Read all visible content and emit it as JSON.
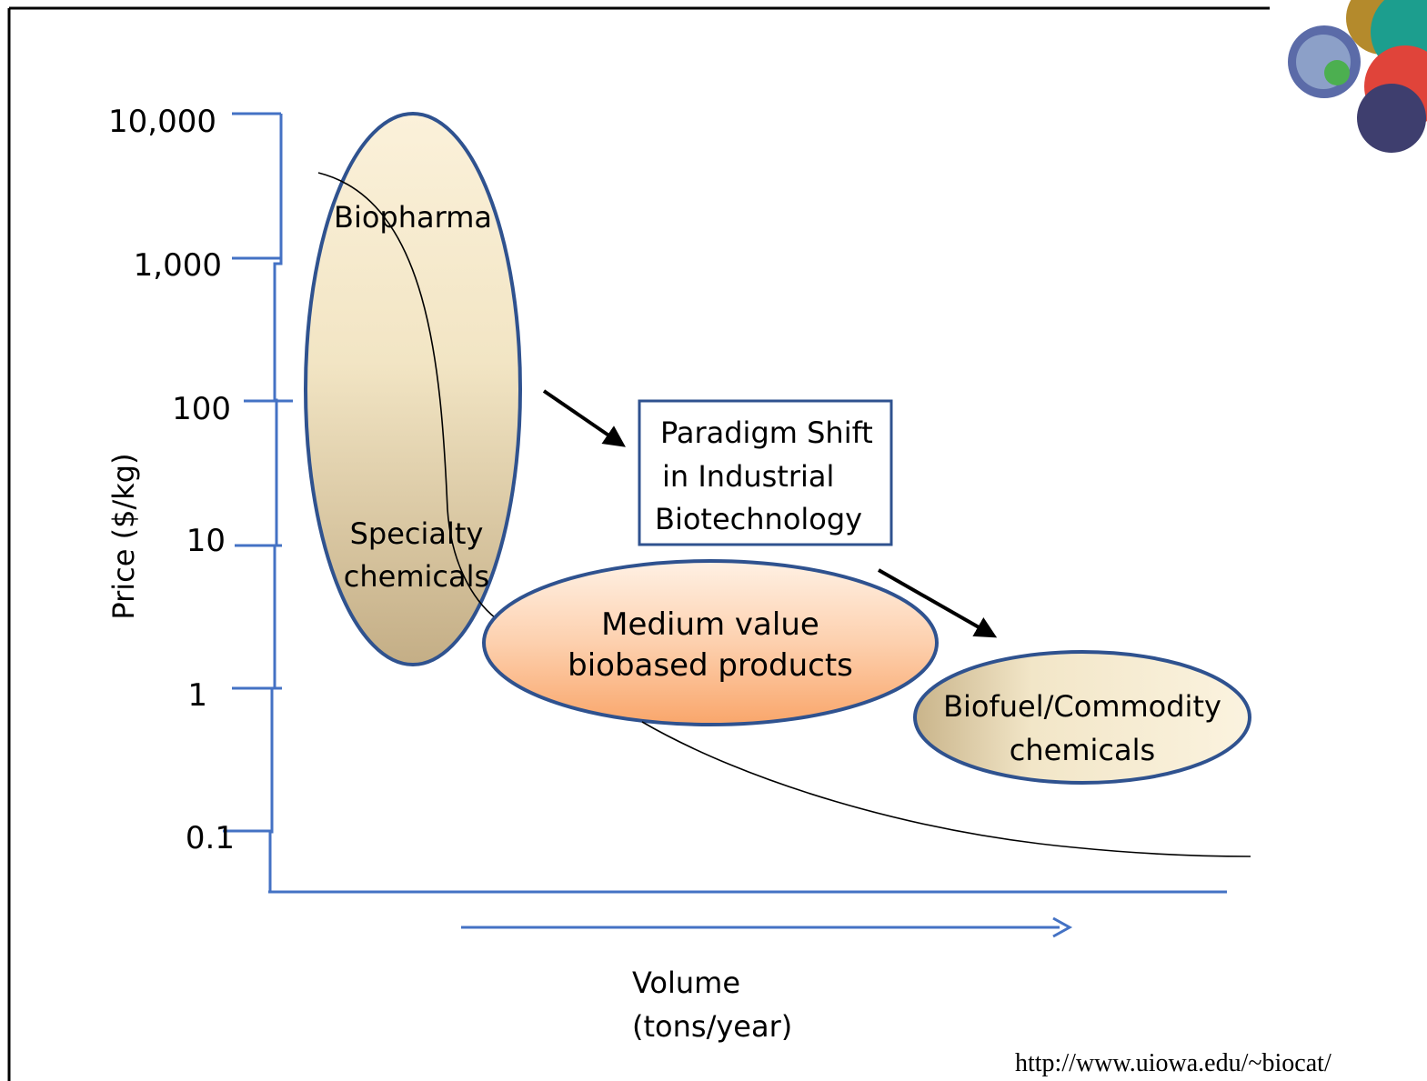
{
  "colors": {
    "axis": "#4472C4",
    "ellipse_stroke": "#2F528F",
    "curve": "#000000",
    "frame": "#000000",
    "orange_fill": "#F9A66B",
    "tan_fill": "#C9B58A"
  },
  "y_axis": {
    "title": "Price ($/kg)",
    "ticks": [
      "10,000",
      "1,000",
      "100",
      "10",
      "1",
      "0.1"
    ],
    "scale": "log"
  },
  "x_axis": {
    "title_line1": "Volume",
    "title_line2": "(tons/year)"
  },
  "regions": {
    "biopharma": "Biopharma",
    "specialty_line1": "Specialty",
    "specialty_line2": "chemicals",
    "medium_line1": "Medium value",
    "medium_line2": "biobased products",
    "biofuel_line1": "Biofuel/Commodity",
    "biofuel_line2": "chemicals"
  },
  "callout": {
    "line1": "Paradigm Shift",
    "line2": "in Industrial",
    "line3": "Biotechnology"
  },
  "source_url": "http://www.uiowa.edu/~biocat/",
  "logo": {
    "icon": "circular-photo-collage-logo"
  }
}
